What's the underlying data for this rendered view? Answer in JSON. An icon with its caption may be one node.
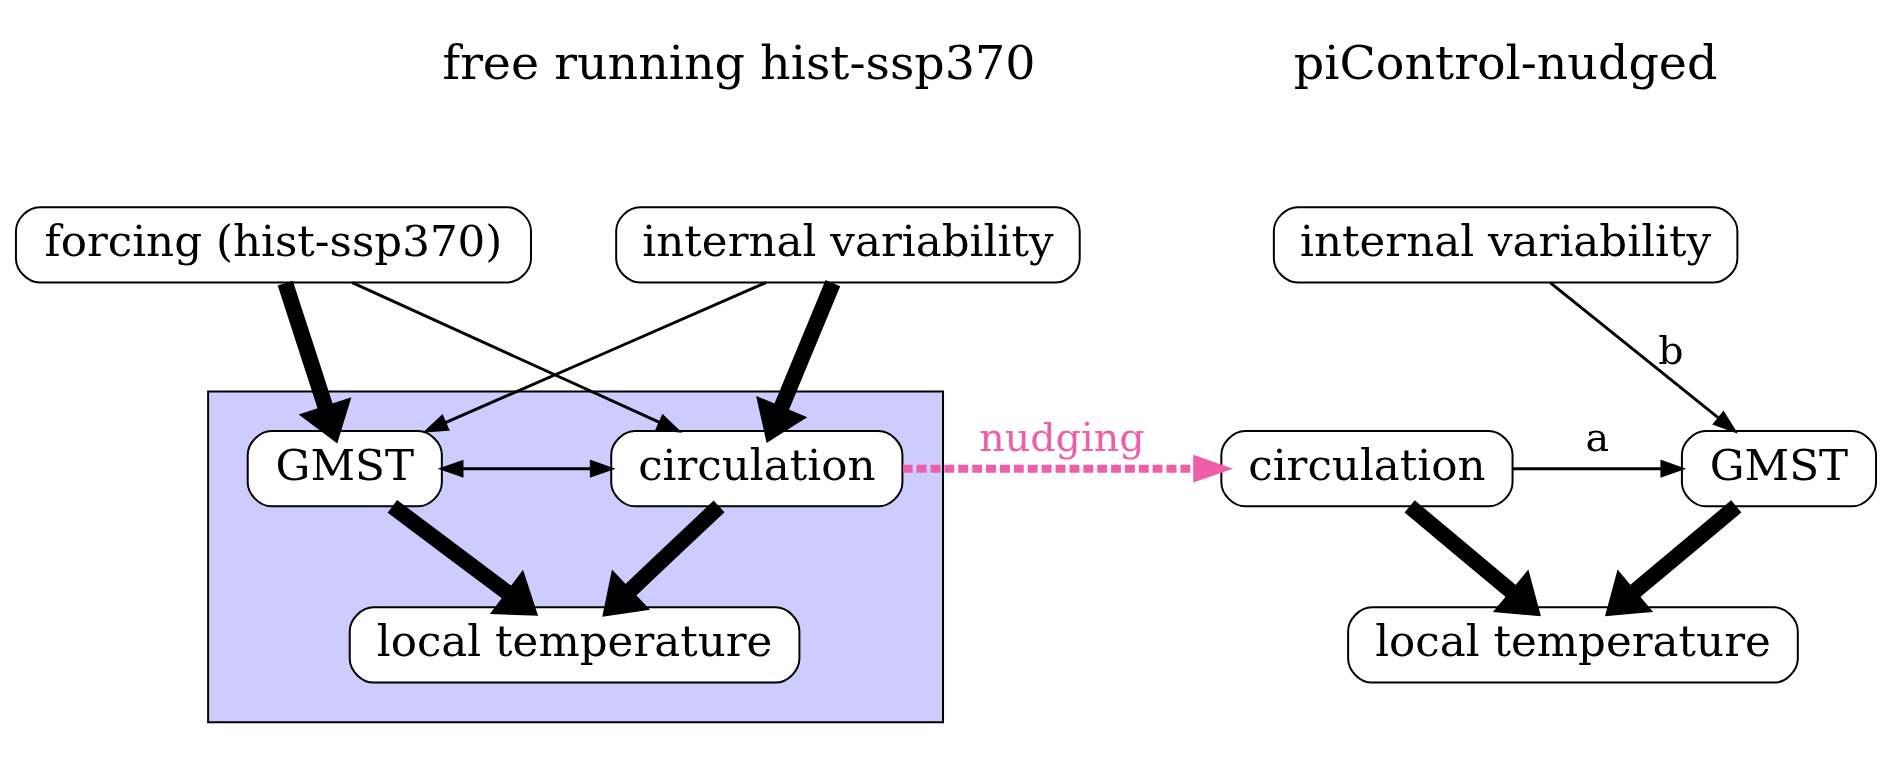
{
  "diagram": {
    "nodes": [
      {
        "text": [
          "forcing (hist-ssp370)"
        ]
      },
      {
        "text": [
          "internal variability"
        ]
      },
      {
        "text": [],
        "shape": "box"
      },
      {
        "text": [
          "GMST"
        ],
        "in": 2
      },
      {
        "text": [
          "circulation"
        ],
        "in": 2
      },
      {
        "text": [
          "local temperature"
        ],
        "in": 2
      },
      {
        "text": [
          "internal variability"
        ]
      },
      {
        "text": [
          "circulation"
        ]
      },
      {
        "text": [
          "GMST"
        ]
      },
      {
        "text": [
          "local temperature"
        ]
      }
    ],
    "edges": [
      {
        "from": 0,
        "to": 3,
        "arrow": "to",
        "style": "thick"
      },
      {
        "from": 0,
        "to": 4,
        "arrow": "to"
      },
      {
        "from": 1,
        "to": 3,
        "arrow": "to"
      },
      {
        "from": 1,
        "to": 4,
        "arrow": "to",
        "style": "thick"
      },
      {
        "from": 3,
        "to": 4,
        "arrow": "both"
      },
      {
        "from": 3,
        "to": 5,
        "arrow": "to",
        "style": "thick"
      },
      {
        "from": 4,
        "to": 5,
        "arrow": "to",
        "style": "thick"
      },
      {
        "from": 4,
        "to": 7,
        "arrow": "to",
        "label": "nudging",
        "style": "dashed",
        "color": "#ee5fa7"
      },
      {
        "from": 6,
        "to": 8,
        "arrow": "to",
        "label": "b"
      },
      {
        "from": 7,
        "to": 8,
        "arrow": "to",
        "label": "a"
      },
      {
        "from": 7,
        "to": 9,
        "arrow": "to",
        "style": "thick"
      },
      {
        "from": 8,
        "to": 9,
        "arrow": "to",
        "style": "thick"
      }
    ],
    "labels": [
      "free running hist-ssp370",
      "piControl-nudged"
    ]
  }
}
